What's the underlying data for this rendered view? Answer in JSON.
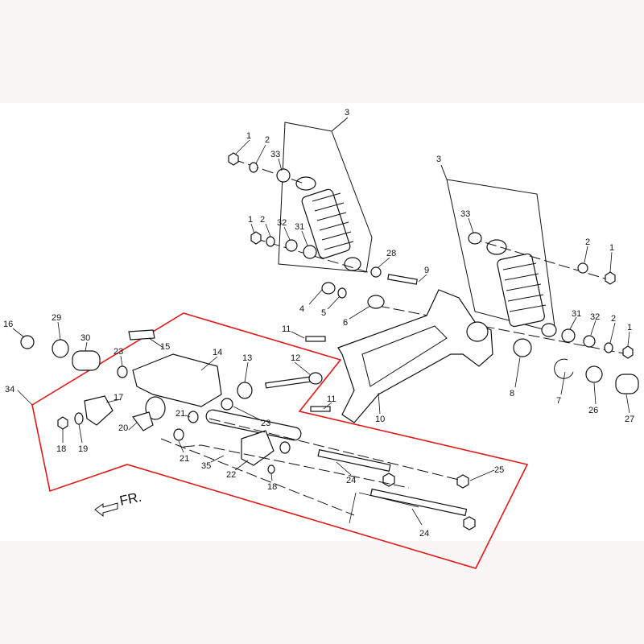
{
  "diagram": {
    "direction_label": "FR.",
    "outline_color": "#e01818",
    "callouts": [
      "3",
      "1",
      "2",
      "33",
      "1",
      "2",
      "32",
      "31",
      "28",
      "9",
      "4",
      "5",
      "6",
      "3",
      "33",
      "2",
      "1",
      "31",
      "32",
      "2",
      "1",
      "16",
      "29",
      "30",
      "15",
      "23",
      "14",
      "13",
      "12",
      "11",
      "11",
      "10",
      "8",
      "7",
      "26",
      "27",
      "34",
      "17",
      "20",
      "21",
      "23",
      "18",
      "19",
      "21",
      "35",
      "22",
      "18",
      "24",
      "25",
      "24"
    ]
  }
}
